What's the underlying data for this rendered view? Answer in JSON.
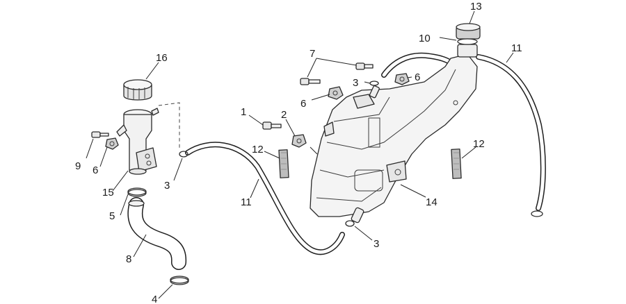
{
  "callouts": {
    "c1": "1",
    "c2": "2",
    "c3a": "3",
    "c3b": "3",
    "c3c": "3",
    "c4": "4",
    "c5": "5",
    "c6a": "6",
    "c6b": "6",
    "c6c": "6",
    "c7": "7",
    "c8": "8",
    "c9": "9",
    "c10": "10",
    "c11a": "11",
    "c11b": "11",
    "c12a": "12",
    "c12b": "12",
    "c13": "13",
    "c14": "14",
    "c15": "15",
    "c16": "16"
  },
  "colors": {
    "line": "#222222",
    "part_fill": "#f2f2f2",
    "shade": "#d8d8d8"
  }
}
